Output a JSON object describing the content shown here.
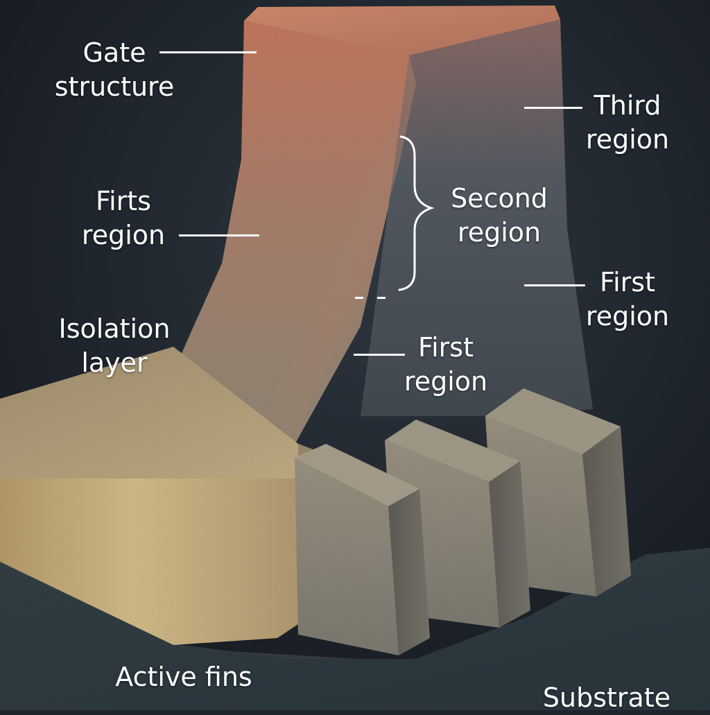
{
  "labels": {
    "gate_structure": [
      "Gate",
      "structure"
    ],
    "third_region": [
      "Third",
      "region"
    ],
    "firts_region": [
      "Firts",
      "region"
    ],
    "second_region": [
      "Second",
      "region"
    ],
    "first_region_right": [
      "First",
      "region"
    ],
    "isolation_layer": [
      "Isolation",
      "layer"
    ],
    "first_region_center": [
      "First",
      "region"
    ],
    "active_fins": "Active fins",
    "substrate": "Substrate"
  },
  "colors": {
    "background": "#1f252c",
    "gate_top": "#c67a62",
    "gate_side": "#5c6168",
    "isolation_block": "#c9b48a",
    "fin": "#8f8a7c",
    "substrate": "#3b4a4f",
    "label_text": "#ffffff"
  }
}
